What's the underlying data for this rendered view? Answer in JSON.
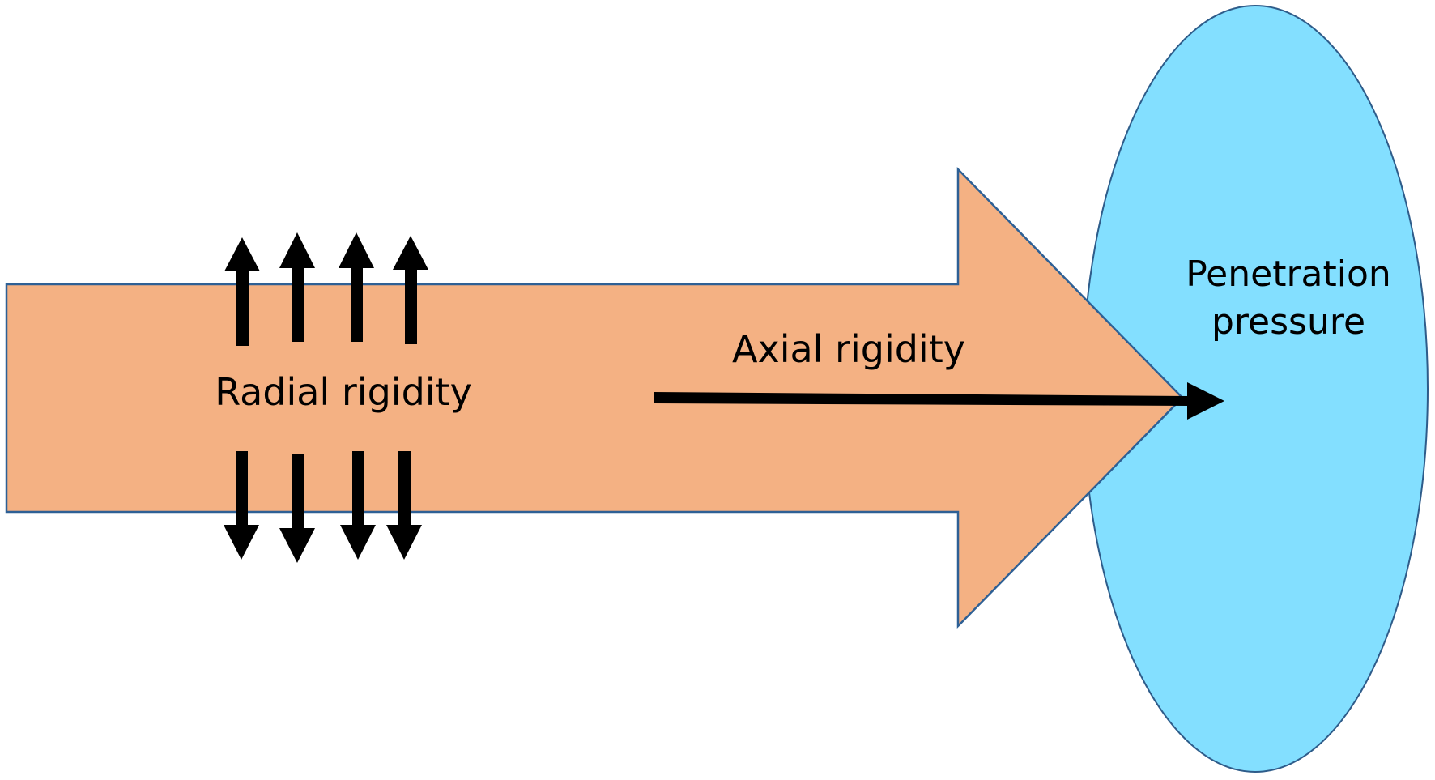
{
  "diagram": {
    "labels": {
      "radial": "Radial rigidity",
      "axial": "Axial rigidity",
      "target_line1": "Penetration",
      "target_line2": "pressure"
    },
    "colors": {
      "shaft_fill": "#F4B183",
      "shaft_stroke": "#2E6095",
      "target_fill": "#83DFFF",
      "target_stroke": "#2E5C8A",
      "arrow": "#000000",
      "background": "#FFFFFF"
    },
    "radial_arrows": {
      "outward_up_count": 4,
      "outward_down_count": 4
    },
    "axial_arrow": {
      "direction": "right"
    }
  }
}
